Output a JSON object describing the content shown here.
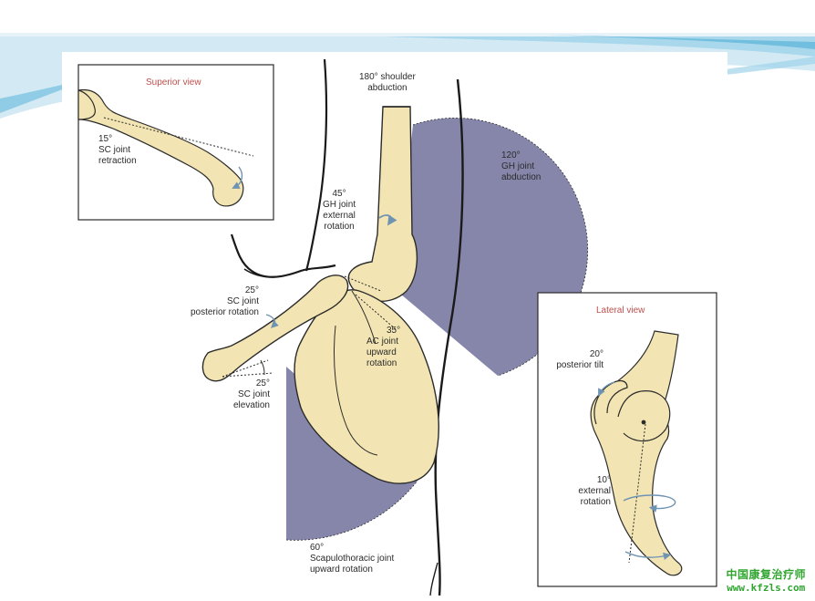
{
  "colors": {
    "bone_fill": "#f3e5b3",
    "bone_stroke": "#2b2b2b",
    "arc_fill": "#7f7fa6",
    "arrow_blue": "#6f93b3",
    "band_light": "#cfe6f1",
    "band_dark": "#5ab3d9",
    "watermark": "#2fa52f"
  },
  "insets": {
    "superior": {
      "title": "Superior view",
      "label_lines": [
        "15°",
        "SC joint",
        "retraction"
      ]
    },
    "lateral": {
      "title": "Lateral view",
      "tilt_lines": [
        "20°",
        "posterior tilt"
      ],
      "rotation_lines": [
        "10°",
        "external",
        "rotation"
      ]
    }
  },
  "labels": {
    "shoulder_abduction": [
      "180° shoulder",
      "abduction"
    ],
    "gh_abduction": [
      "120°",
      "GH joint",
      "abduction"
    ],
    "gh_external_rotation": [
      "45°",
      "GH joint",
      "external",
      "rotation"
    ],
    "sc_posterior_rotation": [
      "25°",
      "SC joint",
      "posterior rotation"
    ],
    "ac_upward_rotation": [
      "35°",
      "AC joint",
      "upward",
      "rotation"
    ],
    "sc_elevation": [
      "25°",
      "SC joint",
      "elevation"
    ],
    "scapulothoracic": [
      "60°",
      "Scapulothoracic joint",
      "upward rotation"
    ]
  },
  "watermark": {
    "line1": "中国康复治疗师",
    "line2": "www.kfzls.com"
  },
  "icons": [
    "curved-rotation-arrow-icon",
    "circular-rotation-arrow-icon"
  ]
}
